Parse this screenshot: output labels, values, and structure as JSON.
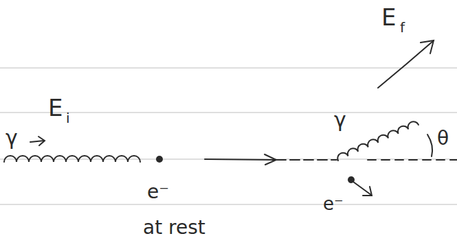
{
  "diagram": {
    "labels": [
      "E",
      "i",
      "γ",
      "e⁻",
      "at rest",
      "E",
      "f",
      "γ",
      "θ",
      "e⁻"
    ]
  }
}
